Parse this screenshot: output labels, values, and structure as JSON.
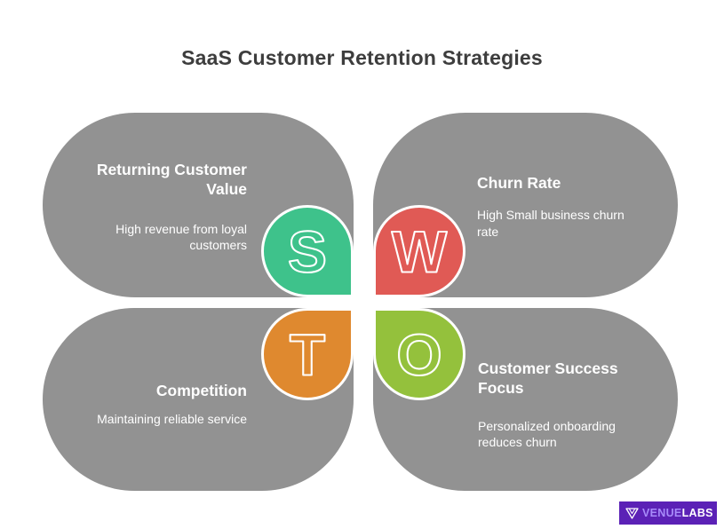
{
  "title": "SaaS Customer Retention Strategies",
  "colors": {
    "quadrant_bg": "#929292",
    "title_text": "#3d3d3d",
    "quadrant_text": "#ffffff",
    "letter_outline": "#ffffff",
    "strengths_circle": "#3ec28b",
    "weaknesses_circle": "#e05a55",
    "threats_circle": "#df892f",
    "opportunities_circle": "#94c13c",
    "logo_bg": "#5b21b6",
    "logo_venue_text": "#a78bfa",
    "logo_labs_text": "#ffffff"
  },
  "quadrants": [
    {
      "id": "strengths",
      "letter": "S",
      "title": "Returning Customer Value",
      "description": "High revenue from loyal customers",
      "circle_color": "#3ec28b"
    },
    {
      "id": "weaknesses",
      "letter": "W",
      "title": "Churn Rate",
      "description": "High Small business churn rate",
      "circle_color": "#e05a55"
    },
    {
      "id": "threats",
      "letter": "T",
      "title": "Competition",
      "description": "Maintaining reliable service",
      "circle_color": "#df892f"
    },
    {
      "id": "opportunities",
      "letter": "O",
      "title": "Customer Success Focus",
      "description": "Personalized onboarding reduces churn",
      "circle_color": "#94c13c"
    }
  ],
  "footer": {
    "brand_venue": "VENUE",
    "brand_labs": "LABS"
  }
}
